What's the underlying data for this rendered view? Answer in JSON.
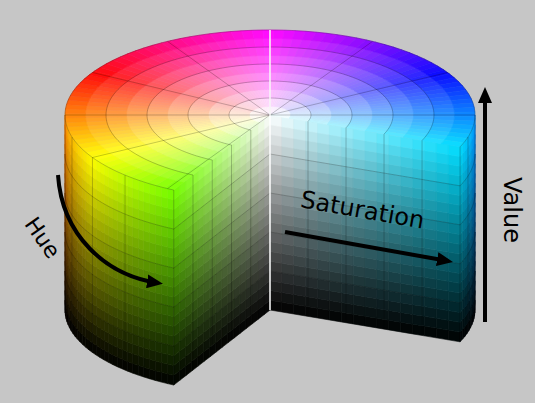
{
  "diagram": {
    "labels": [
      "Hue",
      "Saturation",
      "Value"
    ]
  }
}
